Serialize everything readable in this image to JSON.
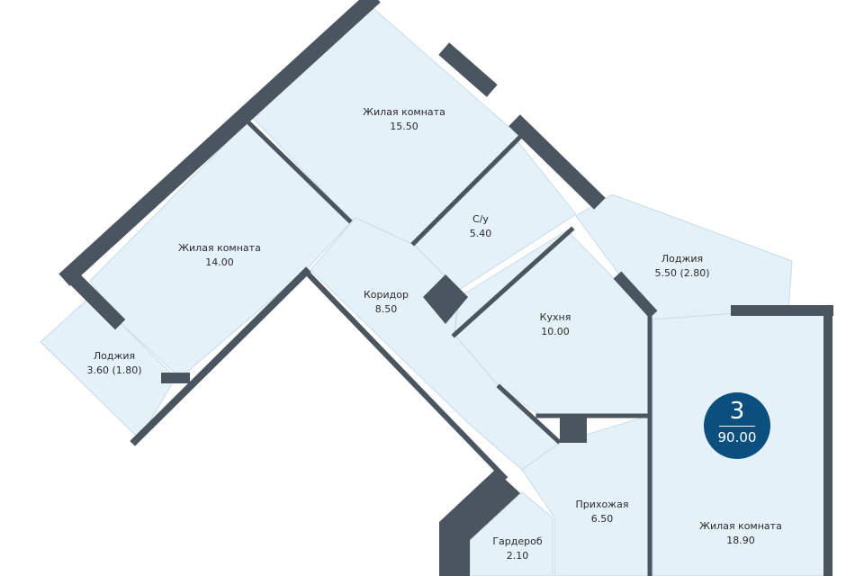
{
  "apartment": {
    "rooms_count": "3",
    "total_area": "90.00"
  },
  "rooms": [
    {
      "name": "Жилая комната",
      "area": "15.50"
    },
    {
      "name": "Жилая комната",
      "area": "14.00"
    },
    {
      "name": "С/у",
      "area": "5.40"
    },
    {
      "name": "Лоджия",
      "area": "5.50 (2.80)"
    },
    {
      "name": "Коридор",
      "area": "8.50"
    },
    {
      "name": "Кухня",
      "area": "10.00"
    },
    {
      "name": "Лоджия",
      "area": "3.60 (1.80)"
    },
    {
      "name": "Прихожая",
      "area": "6.50"
    },
    {
      "name": "Жилая комната",
      "area": "18.90"
    },
    {
      "name": "Гардероб",
      "area": "2.10"
    }
  ],
  "colors": {
    "room_fill": "#e4f1f8",
    "wall": "#4b5560",
    "badge": "#0b4f7f"
  }
}
